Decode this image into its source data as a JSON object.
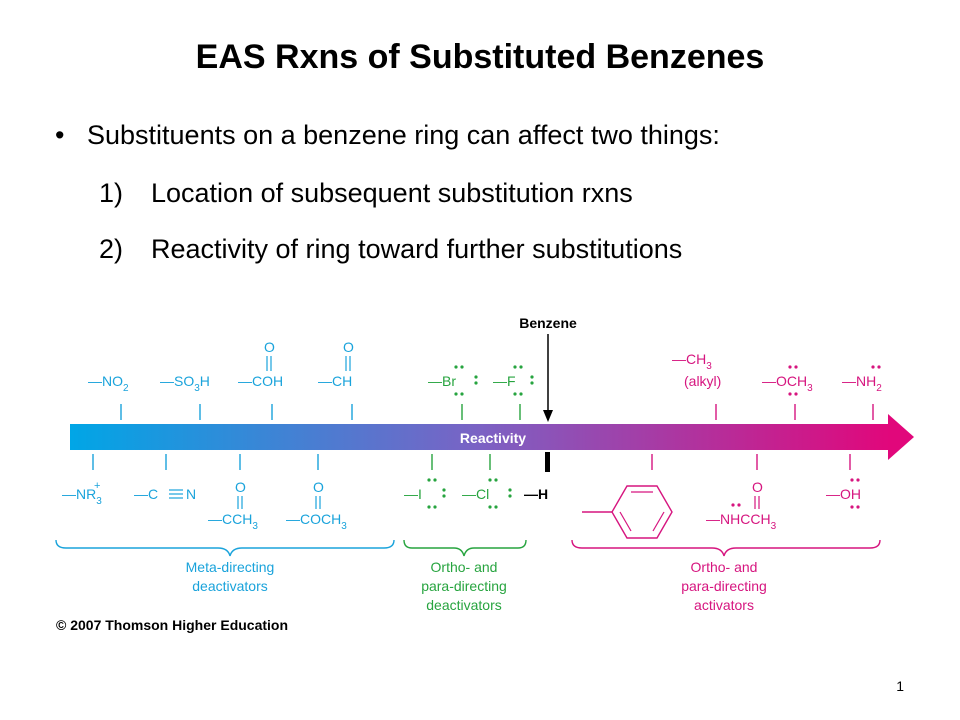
{
  "slide": {
    "title": "EAS Rxns of Substituted Benzenes",
    "bullet": "Substituents on a benzene ring can affect two things:",
    "items": [
      {
        "label": "1)",
        "text": "Location of subsequent substitution rxns"
      },
      {
        "label": "2)",
        "text": "Reactivity of ring toward further substitutions"
      }
    ],
    "page_number": "1"
  },
  "diagram": {
    "benzene_label": "Benzene",
    "arrow_label": "Reactivity",
    "copyright": "© 2007 Thomson Higher Education",
    "groups": [
      {
        "label_line1": "Meta-directing",
        "label_line2": "deactivators",
        "label_line3": "",
        "color": "#1aa3db"
      },
      {
        "label_line1": "Ortho- and",
        "label_line2": "para-directing",
        "label_line3": "deactivators",
        "color": "#27a43f"
      },
      {
        "label_line1": "Ortho- and",
        "label_line2": "para-directing",
        "label_line3": "activators",
        "color": "#d6157f"
      }
    ],
    "colors": {
      "blue": "#1aa3db",
      "green": "#27a43f",
      "magenta": "#d6157f",
      "gradient_start": "#00a6e6",
      "gradient_mid": "#7b62c4",
      "gradient_end": "#e1077b"
    },
    "substituents": {
      "no2": {
        "dash": "—",
        "main": "NO",
        "sub": "2"
      },
      "so3h": {
        "dash": "—",
        "main": "SO",
        "sub": "3",
        "tail": "H"
      },
      "cooh": {
        "dash": "—",
        "main": "COH",
        "o": "O"
      },
      "cho": {
        "dash": "—",
        "main": "CH",
        "o": "O"
      },
      "nr3": {
        "plus": "+",
        "dash": "—",
        "main": "NR",
        "sub": "3"
      },
      "cn": {
        "dash": "—",
        "c": "C",
        "n": "N"
      },
      "coch3_k": {
        "dash": "—",
        "main": "CCH",
        "sub": "3",
        "o": "O"
      },
      "cooch3": {
        "dash": "—",
        "main": "COCH",
        "sub": "3",
        "o": "O"
      },
      "br": {
        "dash": "—",
        "main": "Br"
      },
      "f": {
        "dash": "—",
        "main": "F"
      },
      "i": {
        "dash": "—",
        "main": "I"
      },
      "cl": {
        "dash": "—",
        "main": "Cl"
      },
      "h": {
        "dash": "—",
        "main": "H"
      },
      "ch3": {
        "dash": "—",
        "main": "CH",
        "sub": "3",
        "note": "(alkyl)"
      },
      "och3": {
        "dash": "—",
        "main": "OCH",
        "sub": "3"
      },
      "nh2": {
        "dash": "—",
        "main": "NH",
        "sub": "2"
      },
      "nhcoch3": {
        "dash": "—",
        "main": "NHCCH",
        "sub": "3",
        "o": "O"
      },
      "oh": {
        "dash": "—",
        "main": "OH"
      }
    }
  }
}
